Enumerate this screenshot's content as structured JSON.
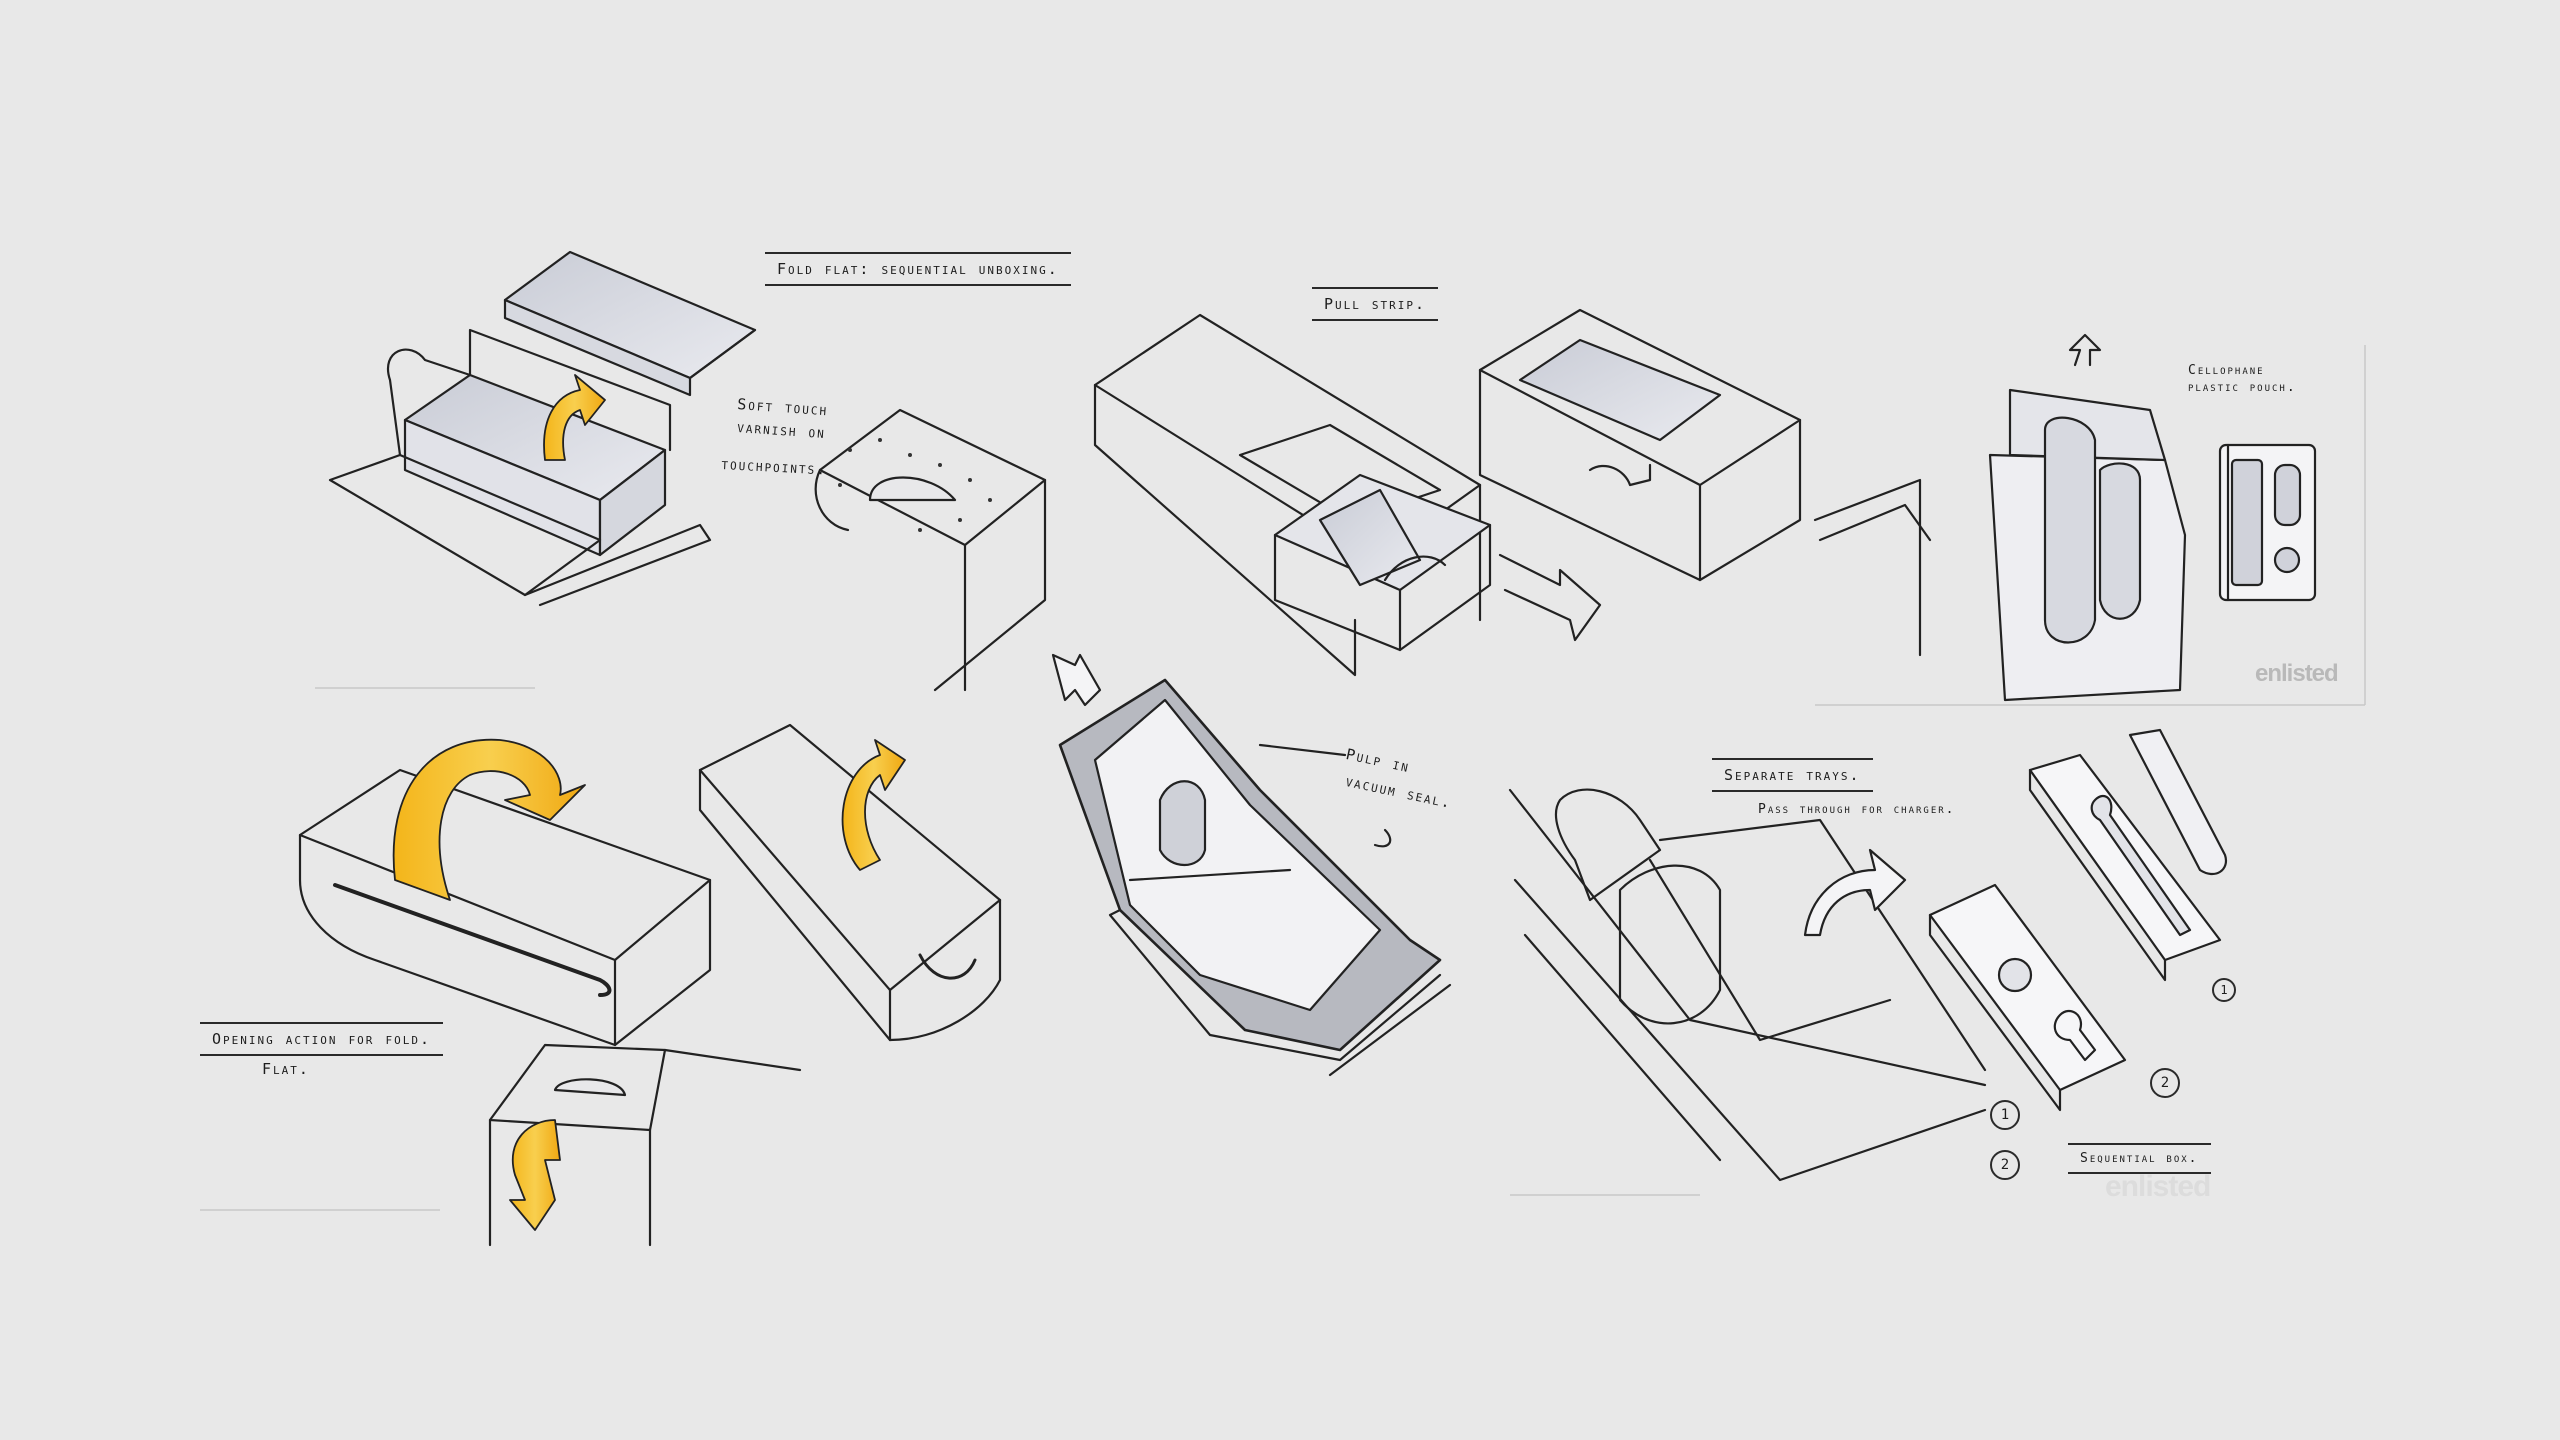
{
  "notes": {
    "fold_flat": "Fold flat: sequential unboxing.",
    "soft_touch_1": "Soft touch",
    "soft_touch_2": "varnish on",
    "soft_touch_3": "touchpoints.",
    "pull_strip": "Pull strip.",
    "cellophane_1": "Cellophane",
    "cellophane_2": "plastic pouch.",
    "pulp_1": "Pulp in",
    "pulp_2": "vacuum seal.",
    "separate_trays": "Separate trays.",
    "pass_through": "Pass through for charger.",
    "opening_action_1": "Opening action for fold.",
    "opening_action_2": "Flat.",
    "sequential_box": "Sequential box."
  },
  "step_numbers": [
    "1",
    "2",
    "1",
    "2"
  ],
  "watermarks": {
    "top_right": "enlisted",
    "bottom_right": "enlisted"
  },
  "colors": {
    "background": "#e8e8e8",
    "ink": "#222222",
    "marker_yellow": "#f2b318",
    "marker_grey": "#b9bcc6"
  }
}
